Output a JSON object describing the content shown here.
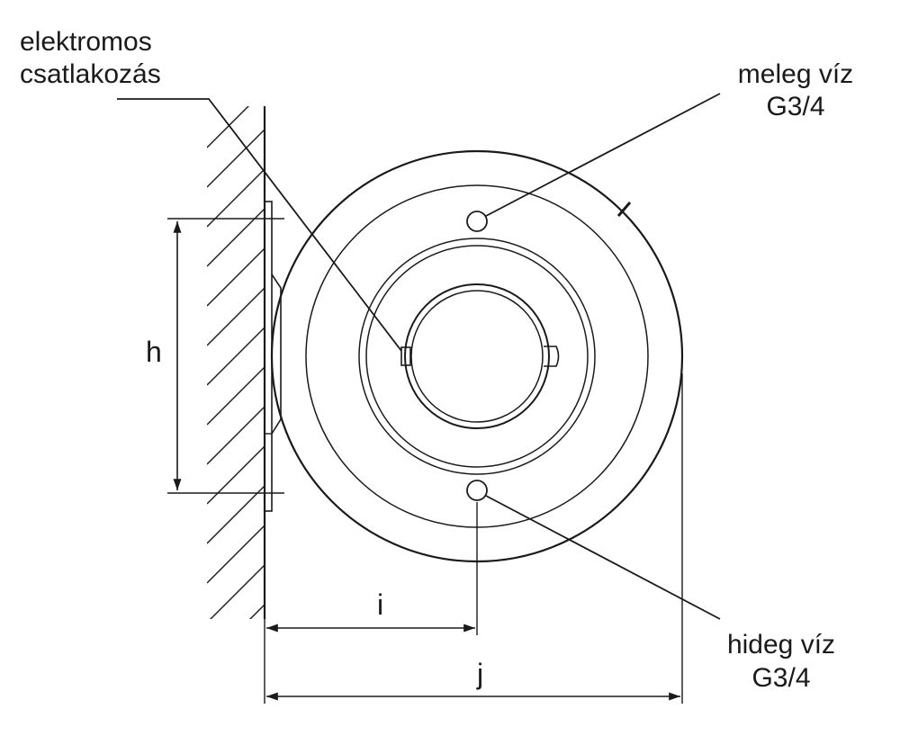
{
  "labels": {
    "electric_line1": "elektromos",
    "electric_line2": "csatlakozás",
    "hot_line1": "meleg víz",
    "hot_line2": "G3/4",
    "cold_line1": "hideg víz",
    "cold_line2": "G3/4",
    "dim_h": "h",
    "dim_i": "i",
    "dim_j": "j"
  },
  "colors": {
    "line": "#1a1a1a",
    "background": "#ffffff"
  }
}
